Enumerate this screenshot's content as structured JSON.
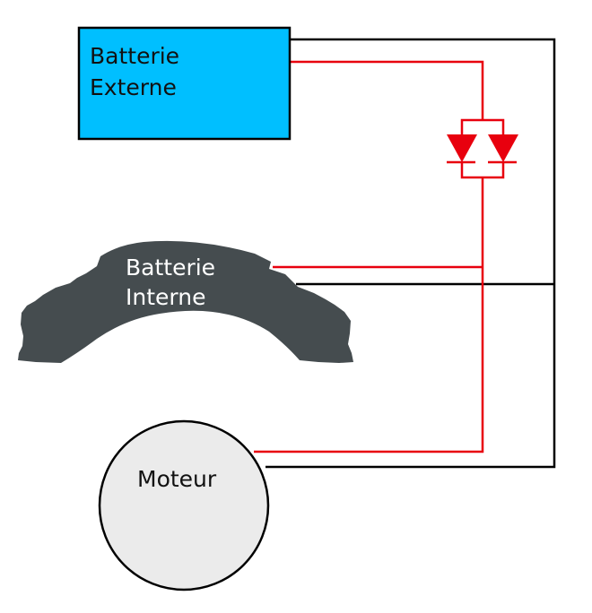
{
  "components": {
    "external_battery": {
      "line1": "Batterie",
      "line2": "Externe",
      "fill": "#00bfff"
    },
    "internal_battery": {
      "line1": "Batterie",
      "line2": "Interne",
      "fill": "#454c4f"
    },
    "motor": {
      "label": "Moteur",
      "fill": "#ebebeb"
    }
  },
  "colors": {
    "positive_wire": "#e8000e",
    "negative_wire": "#000000",
    "diode": "#e8000e"
  },
  "icons": [
    "diode-icon"
  ]
}
